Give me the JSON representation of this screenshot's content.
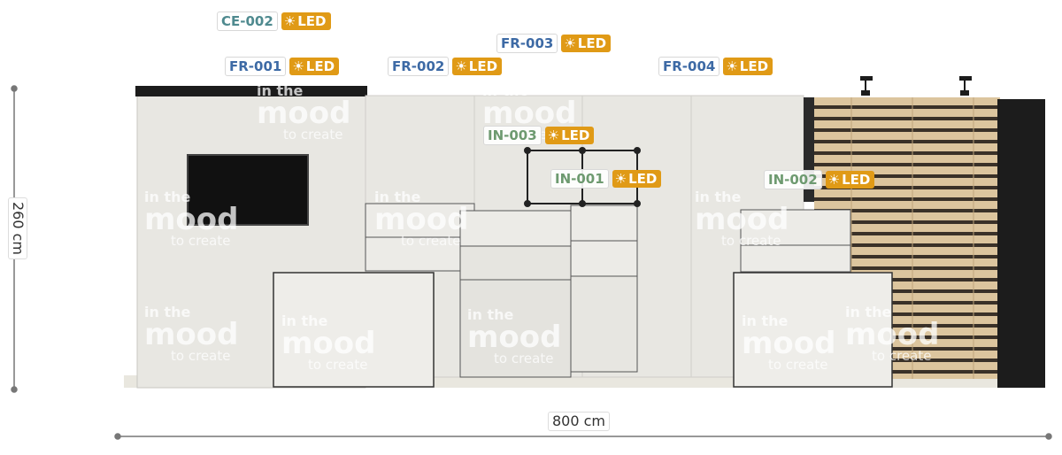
{
  "colors": {
    "fr_code": "#3d6aa5",
    "ce_code": "#4f8a8f",
    "in_code": "#6e9a70",
    "led_badge": "#e09a16",
    "wall": "#e8e7e2",
    "slat": "#d9c29a",
    "dark": "#1c1c1c"
  },
  "icons": {
    "led": "sun-icon"
  },
  "brand": {
    "line1": "in the",
    "line2": "mood",
    "line3": "to create"
  },
  "tags": [
    {
      "id": "ce-002",
      "code": "CE-002",
      "led": "LED",
      "kind": "ce"
    },
    {
      "id": "fr-001",
      "code": "FR-001",
      "led": "LED",
      "kind": "fr"
    },
    {
      "id": "fr-002",
      "code": "FR-002",
      "led": "LED",
      "kind": "fr"
    },
    {
      "id": "fr-003",
      "code": "FR-003",
      "led": "LED",
      "kind": "fr"
    },
    {
      "id": "fr-004",
      "code": "FR-004",
      "led": "LED",
      "kind": "fr"
    },
    {
      "id": "in-003",
      "code": "IN-003",
      "led": "LED",
      "kind": "in"
    },
    {
      "id": "in-001",
      "code": "IN-001",
      "led": "LED",
      "kind": "in"
    },
    {
      "id": "in-002",
      "code": "IN-002",
      "led": "LED",
      "kind": "in"
    }
  ],
  "dimensions": {
    "height": "260 cm",
    "width": "800 cm"
  }
}
